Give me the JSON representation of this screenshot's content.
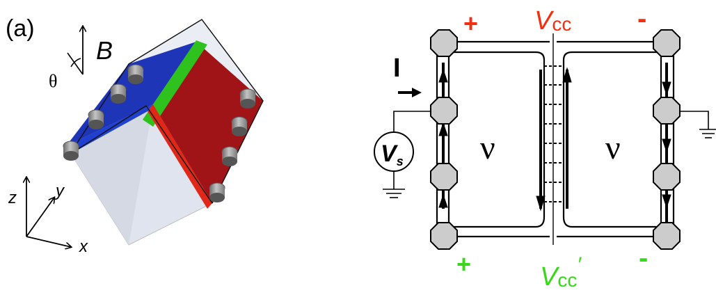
{
  "panel_a": {
    "label": "(a)",
    "field_label": "B",
    "angle_label": "θ",
    "axes": {
      "z": "z",
      "y": "y",
      "x": "x"
    },
    "colors": {
      "top_face": "#1f35b8",
      "right_face": "#a01418",
      "edge_strip": "#2fc21f",
      "contact": "#9a9a9a",
      "cube_side": "#dfe4ee"
    }
  },
  "panel_b": {
    "current_label": "I",
    "vs_label": "V",
    "vs_subscript": "s",
    "vcc_label": "V",
    "vcc_subscript": "cc",
    "vcc_prime_label": "V",
    "vcc_prime_subscript": "cc",
    "vcc_prime_mark": "′",
    "nu_left": "ν",
    "nu_right": "ν",
    "plus_top": "+",
    "minus_top": "-",
    "plus_bottom": "+",
    "minus_bottom": "-",
    "colors": {
      "vcc": "#f03010",
      "vcc_prime": "#3ad81c",
      "contact_fill": "#cccccc"
    }
  }
}
